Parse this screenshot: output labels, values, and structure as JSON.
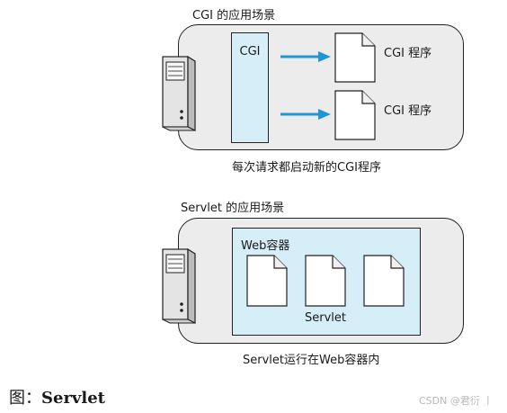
{
  "cgi_section": {
    "title": "CGI 的应用场景",
    "cgi_box_label": "CGI",
    "programs": [
      {
        "label": "CGI 程序"
      },
      {
        "label": "CGI 程序"
      }
    ],
    "caption": "每次请求都启动新的CGI程序"
  },
  "servlet_section": {
    "title": "Servlet 的应用场景",
    "container_label": "Web容器",
    "servlet_label": "Servlet",
    "caption": "Servlet运行在Web容器内"
  },
  "figure_caption": {
    "prefix": "图：",
    "name": "Servlet"
  },
  "watermark": "CSDN @君衍 丨",
  "colors": {
    "panel_bg": "#ececec",
    "cgi_box_fill": "#d6eef8",
    "container_fill": "#d6eef8",
    "arrow": "#1f97d4",
    "border": "#222222"
  },
  "icons": [
    "server-icon",
    "document-icon",
    "arrow-right-icon"
  ]
}
